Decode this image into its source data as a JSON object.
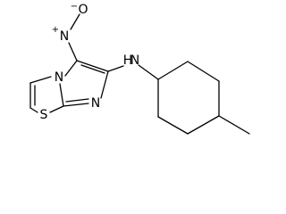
{
  "molecule": {
    "atoms": {
      "o_minus": "O",
      "o_minus_charge": "−",
      "n_nitro": "N",
      "n_nitro_charge": "+",
      "n_amine": "N",
      "h_amine": "H",
      "n_bridge": "N",
      "n_ring": "N",
      "s_ring": "S"
    }
  }
}
